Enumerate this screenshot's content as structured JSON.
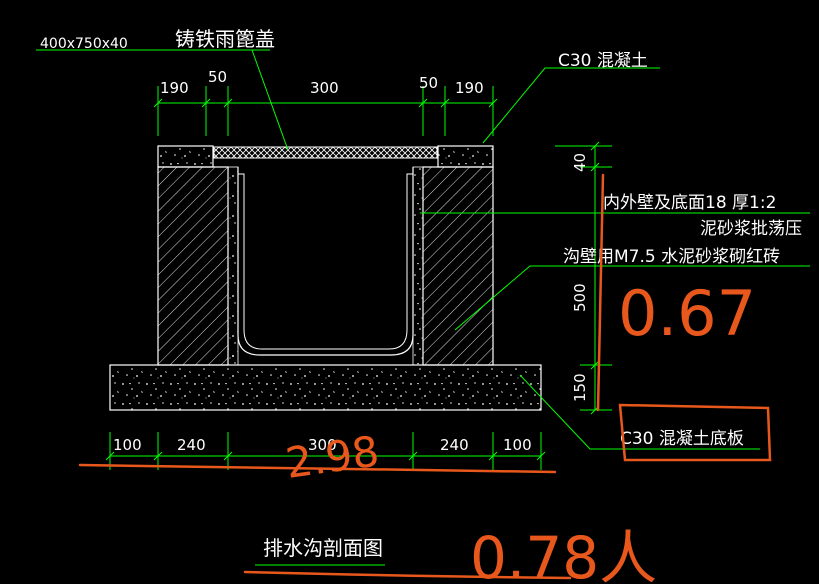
{
  "labels": {
    "grate_size": "400x750x40",
    "grate_name": "铸铁雨篦盖",
    "concrete": "C30  混凝土",
    "plaster_1": "内外壁及底面18  厚1:2",
    "plaster_2": "泥砂浆批荡压",
    "wall": "沟壁用M7.5  水泥砂浆砌红砖",
    "base": "C30  混凝土底板",
    "title": "排水沟剖面图"
  },
  "top_dims": [
    "190",
    "50",
    "300",
    "50",
    "190"
  ],
  "bottom_dims": [
    "100",
    "240",
    "300",
    "240",
    "100"
  ],
  "side_dims": [
    "40",
    "500",
    "150"
  ],
  "handwriting": {
    "a": "0.67",
    "b": "2.98",
    "c": "0.78人"
  },
  "colors": {
    "background": "#000000",
    "lines": "#ffffff",
    "dims": "#00ff00",
    "handwriting": "#e8581c"
  }
}
